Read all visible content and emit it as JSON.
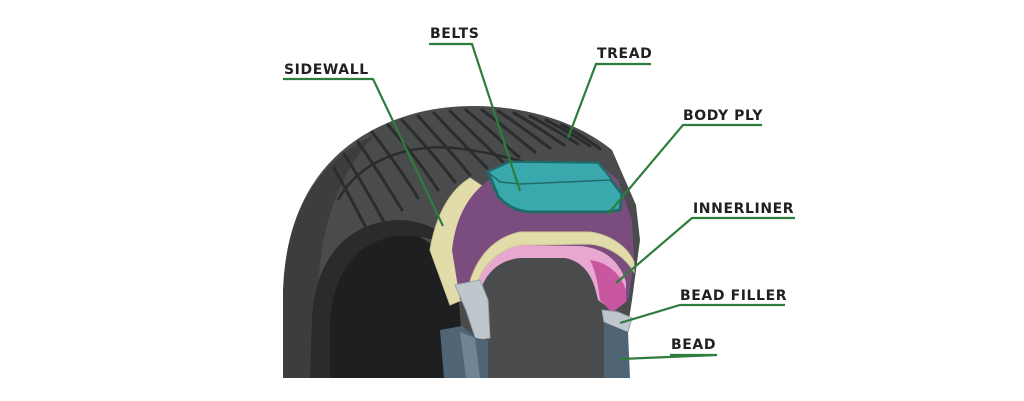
{
  "labels": {
    "sidewall": "SIDEWALL",
    "belts": "BELTS",
    "tread": "TREAD",
    "body_ply": "BODY PLY",
    "innerliner": "INNERLINER",
    "bead_filler": "BEAD FILLER",
    "bead": "BEAD"
  },
  "colors": {
    "tire_rubber": "#4a4b4d",
    "tire_dark": "#333436",
    "tire_hole": "#1e1f21",
    "belts": "#3aa9ad",
    "body_ply": "#7b4d7e",
    "innerliner": "#e7a7d1",
    "sidewall_layer": "#e2dcaa",
    "bead_filler": "#bfc7cc",
    "bead": "#4f6576",
    "leader": "#2e7d3c"
  }
}
